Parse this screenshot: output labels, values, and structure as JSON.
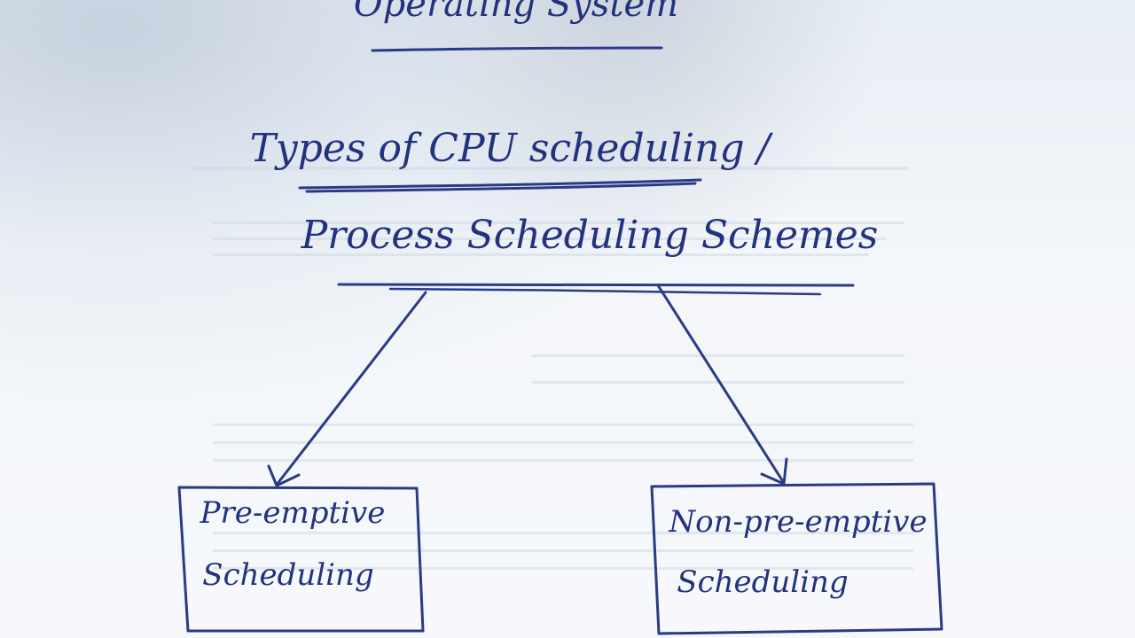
{
  "diagram": {
    "heading": "Operating System",
    "title_line1": "Types of CPU scheduling /",
    "title_line2": "Process Scheduling Schemes",
    "left_box": {
      "line1": "Pre-emptive",
      "line2": "Scheduling"
    },
    "right_box": {
      "line1": "Non-pre-emptive",
      "line2": "Scheduling"
    },
    "ink_color": "#2a3a86",
    "paper_color": "#f3f6fa"
  }
}
